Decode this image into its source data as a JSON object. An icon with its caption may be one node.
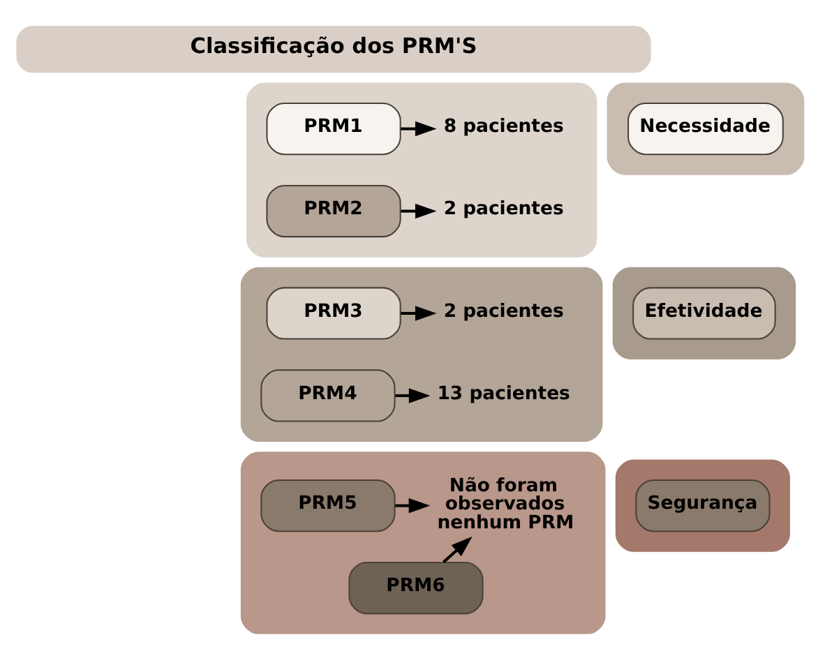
{
  "diagram": {
    "nodes": [
      {
        "text": [
          "Classificação dos PRM'S"
        ]
      },
      {
        "text": [],
        "shape": "box"
      },
      {
        "text": [
          "Necessidade"
        ],
        "in": 1
      },
      {
        "text": [],
        "shape": "box"
      },
      {
        "text": [
          "PRM1"
        ],
        "in": 3
      },
      {
        "text": [
          "8 pacientes"
        ],
        "in": 3
      },
      {
        "text": [
          "PRM2"
        ],
        "in": 3
      },
      {
        "text": [
          "2 pacientes"
        ],
        "in": 3
      },
      {
        "text": [],
        "shape": "box"
      },
      {
        "text": [
          "Efetividade"
        ],
        "in": 8
      },
      {
        "text": [],
        "shape": "box"
      },
      {
        "text": [
          "PRM3"
        ],
        "in": 10
      },
      {
        "text": [
          "2 pacientes"
        ],
        "in": 10
      },
      {
        "text": [
          "PRM4"
        ],
        "in": 10
      },
      {
        "text": [
          "13 pacientes"
        ],
        "in": 10
      },
      {
        "text": [],
        "shape": "box"
      },
      {
        "text": [
          "Segurança"
        ],
        "in": 15
      },
      {
        "text": [],
        "shape": "box"
      },
      {
        "text": [
          "PRM5"
        ],
        "in": 17
      },
      {
        "text": [
          "PRM6"
        ],
        "in": 17
      },
      {
        "text": [
          "Não foram observados nenhum PRM"
        ],
        "in": 17
      }
    ],
    "edges": [
      {
        "from": 4,
        "to": 5,
        "arrow": "to"
      },
      {
        "from": 6,
        "to": 7,
        "arrow": "to"
      },
      {
        "from": 11,
        "to": 12,
        "arrow": "to"
      },
      {
        "from": 13,
        "to": 14,
        "arrow": "to"
      },
      {
        "from": 18,
        "to": 20,
        "arrow": "to"
      },
      {
        "from": 19,
        "to": 20,
        "arrow": "to"
      }
    ]
  }
}
